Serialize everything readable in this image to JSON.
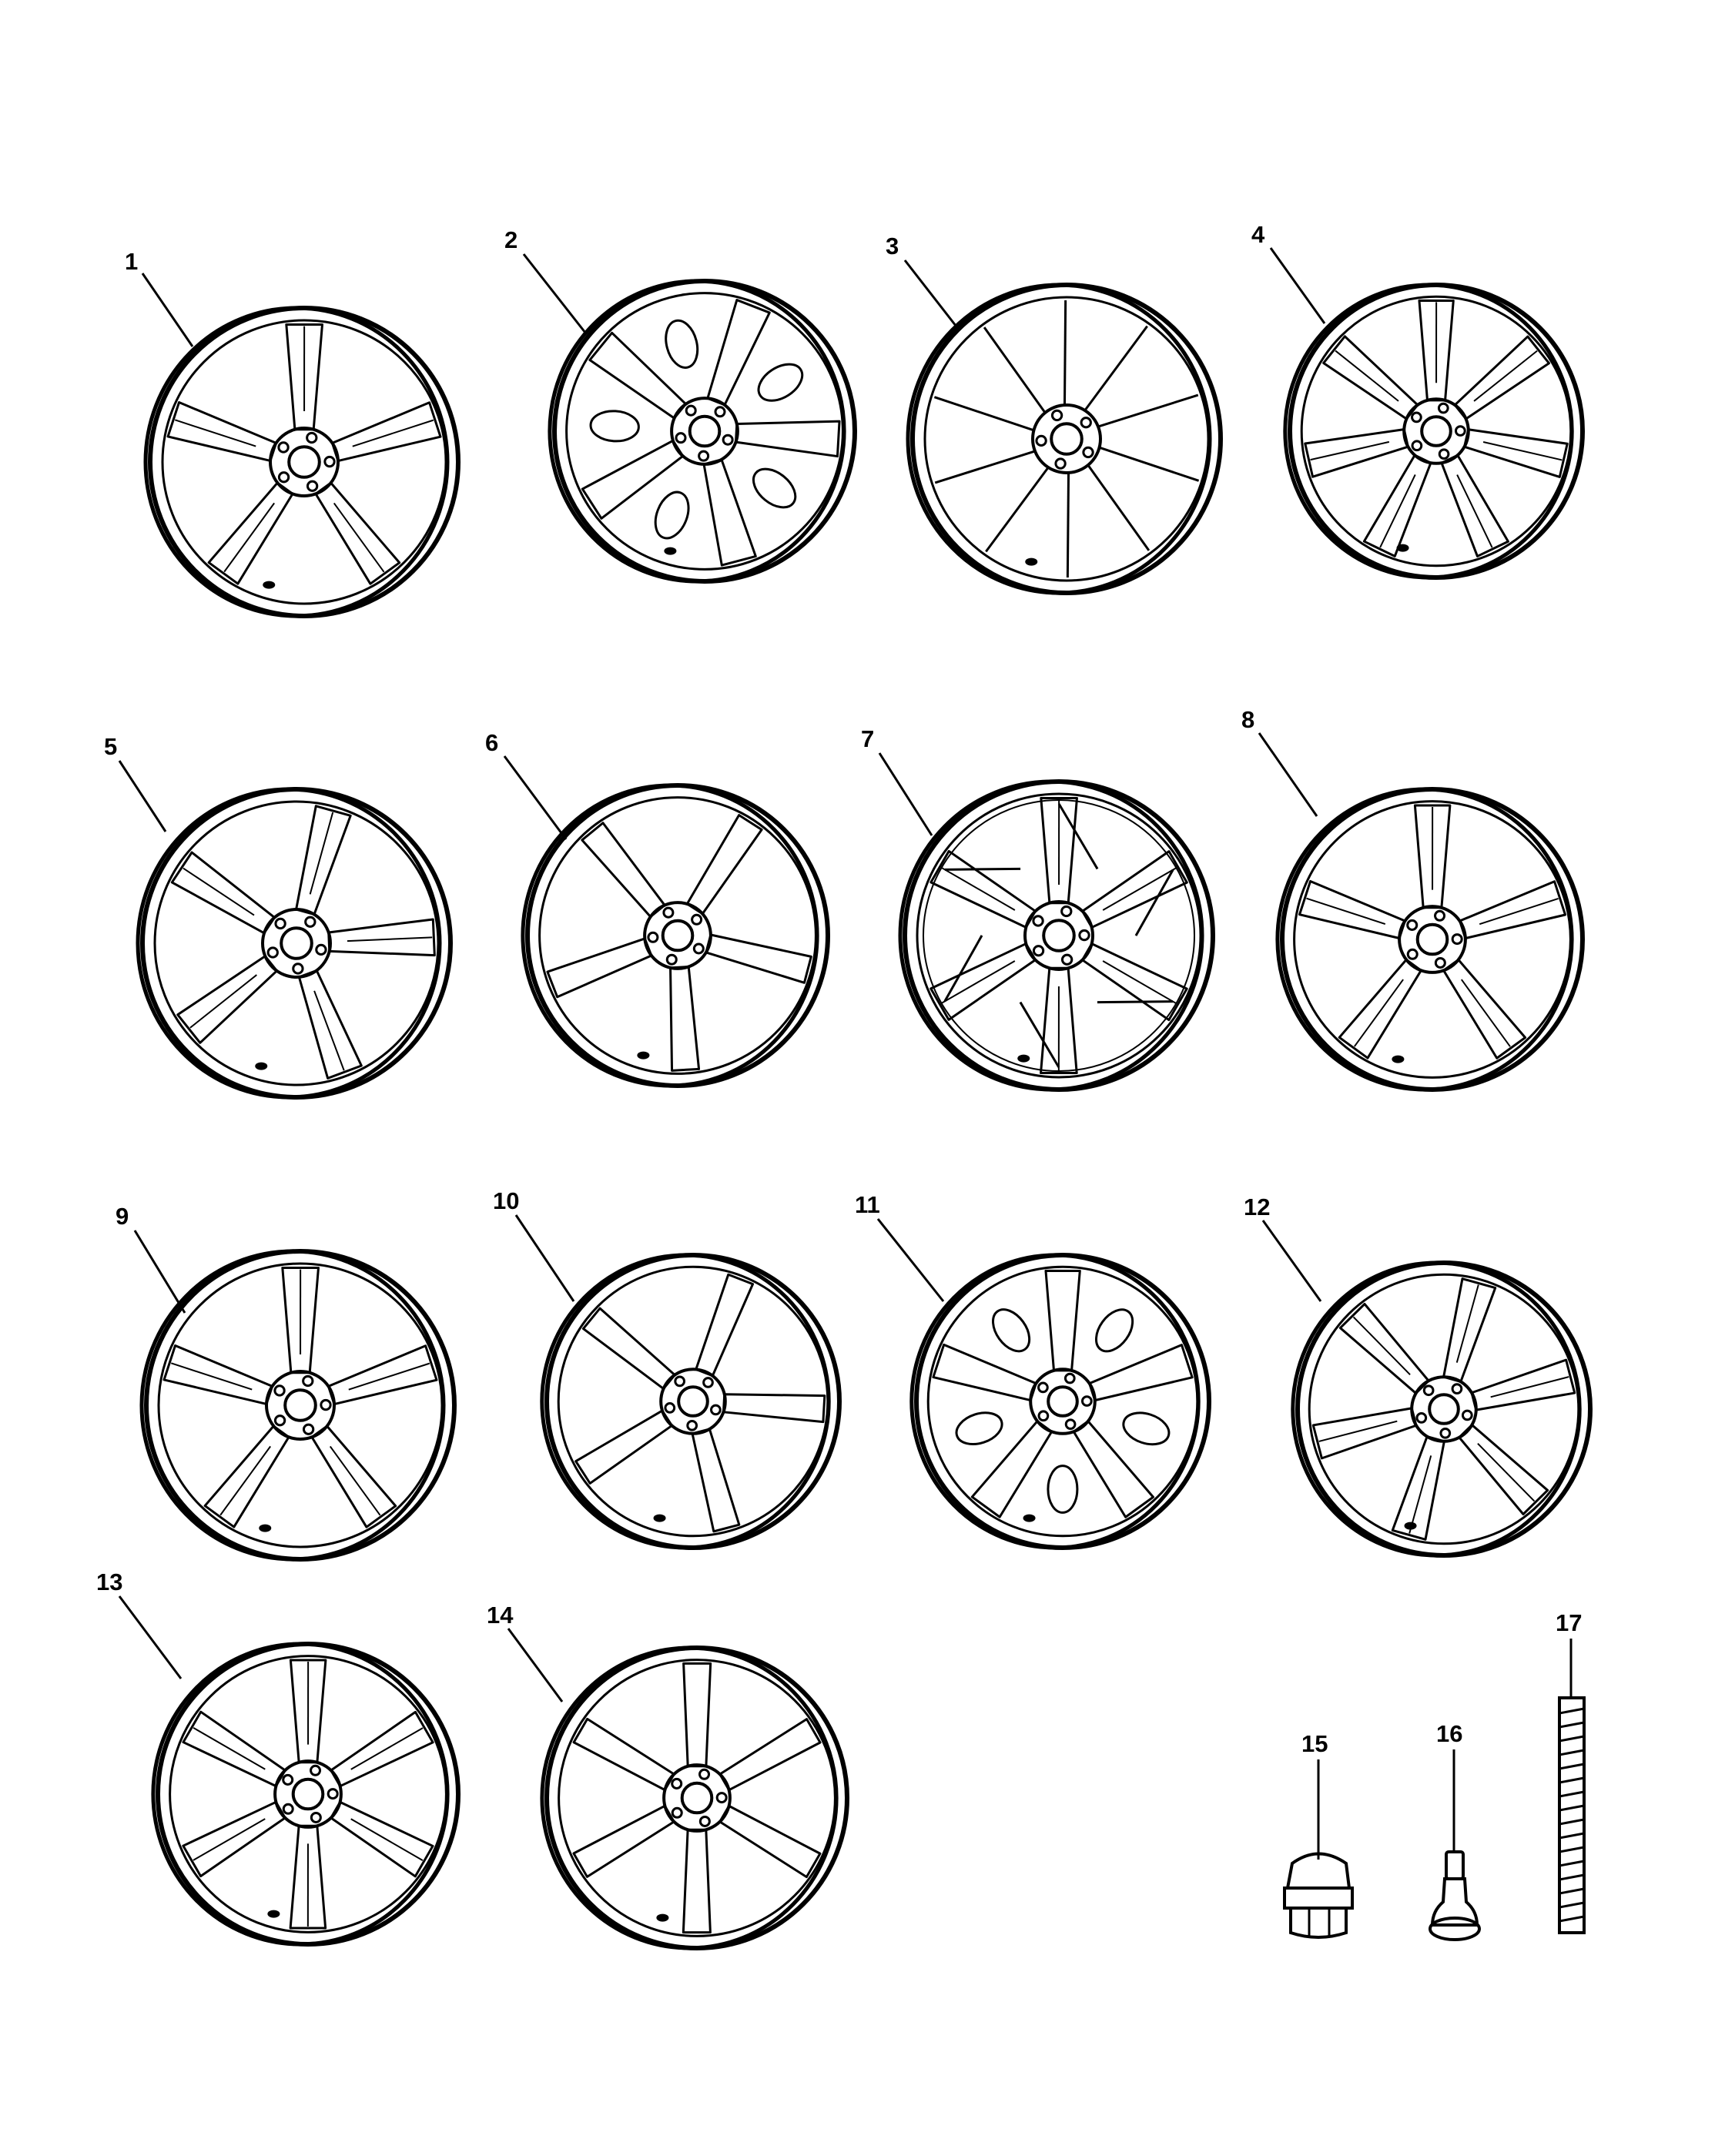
{
  "diagram": {
    "parts": [
      {
        "callout": "1",
        "kind": "wheel",
        "spokes": 5,
        "style": "split-v",
        "bolts": 5
      },
      {
        "callout": "2",
        "kind": "wheel",
        "spokes": 5,
        "style": "window",
        "bolts": 5
      },
      {
        "callout": "3",
        "kind": "wheel",
        "spokes": 10,
        "style": "thin",
        "bolts": 5
      },
      {
        "callout": "4",
        "kind": "wheel",
        "spokes": 7,
        "style": "split-v",
        "bolts": 5
      },
      {
        "callout": "5",
        "kind": "wheel",
        "spokes": 5,
        "style": "split-v",
        "bolts": 5
      },
      {
        "callout": "6",
        "kind": "wheel",
        "spokes": 5,
        "style": "solid",
        "bolts": 5
      },
      {
        "callout": "7",
        "kind": "wheel",
        "spokes": 6,
        "style": "mesh",
        "bolts": 5
      },
      {
        "callout": "8",
        "kind": "wheel",
        "spokes": 5,
        "style": "split-v",
        "bolts": 5
      },
      {
        "callout": "9",
        "kind": "wheel",
        "spokes": 5,
        "style": "split-v",
        "bolts": 5
      },
      {
        "callout": "10",
        "kind": "wheel",
        "spokes": 5,
        "style": "solid",
        "bolts": 5
      },
      {
        "callout": "11",
        "kind": "wheel",
        "spokes": 5,
        "style": "window",
        "bolts": 5
      },
      {
        "callout": "12",
        "kind": "wheel",
        "spokes": 6,
        "style": "split-v",
        "bolts": 5
      },
      {
        "callout": "13",
        "kind": "wheel",
        "spokes": 6,
        "style": "split-v",
        "bolts": 5
      },
      {
        "callout": "14",
        "kind": "wheel",
        "spokes": 6,
        "style": "solid",
        "bolts": 5
      },
      {
        "callout": "15",
        "kind": "lug-nut"
      },
      {
        "callout": "16",
        "kind": "valve-stem"
      },
      {
        "callout": "17",
        "kind": "wheel-weight"
      }
    ]
  }
}
